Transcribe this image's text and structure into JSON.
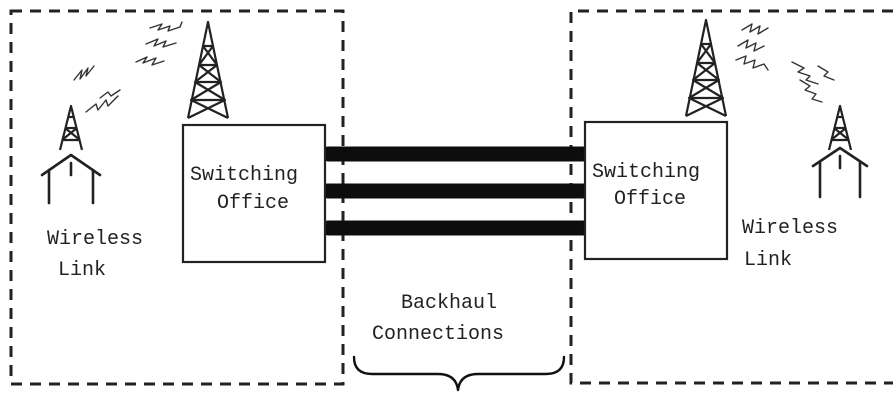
{
  "left_site": {
    "office_line1": "Switching",
    "office_line2": "Office",
    "link_line1": "Wireless",
    "link_line2": "Link"
  },
  "right_site": {
    "office_line1": "Switching",
    "office_line2": "Office",
    "link_line1": "Wireless",
    "link_line2": "Link"
  },
  "backhaul": {
    "line1": "Backhaul",
    "line2": "Connections"
  }
}
